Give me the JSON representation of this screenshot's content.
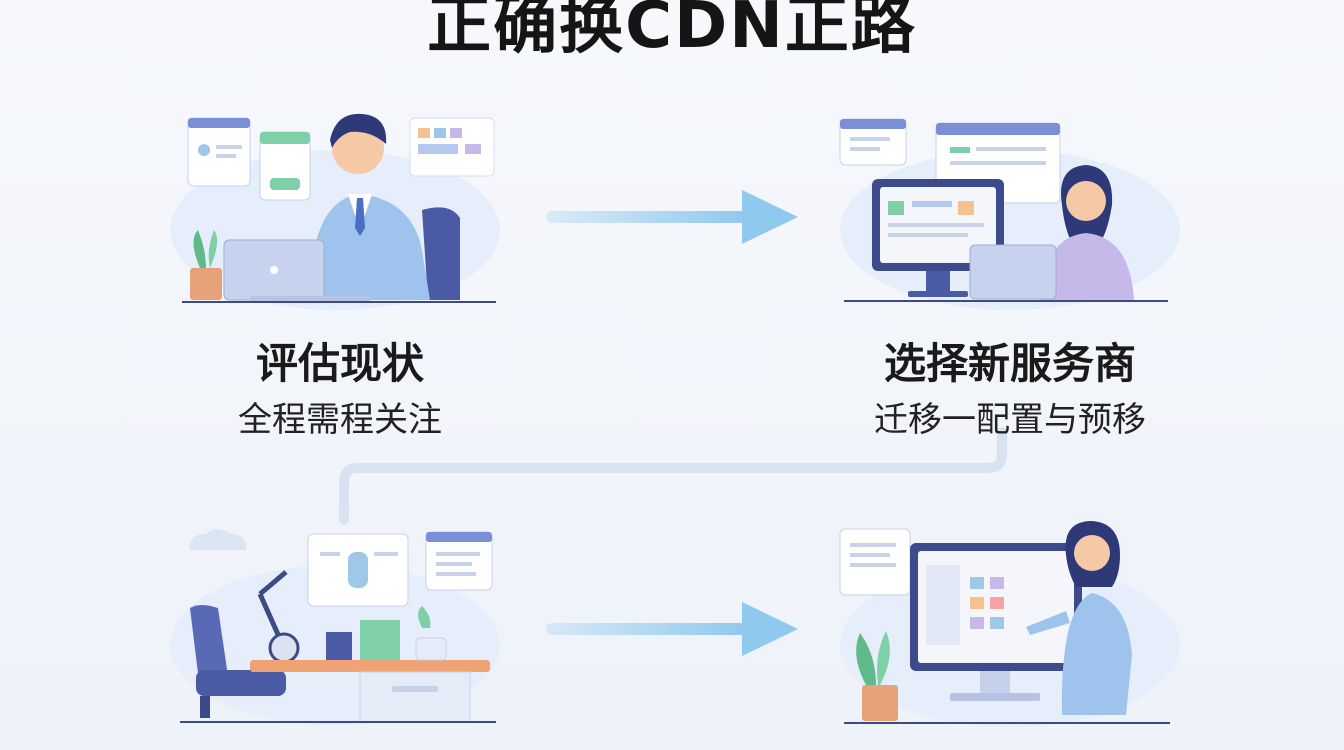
{
  "header": {
    "title": "正确换CDN正路"
  },
  "steps": [
    {
      "title": "评估现状",
      "subtitle": "全程需程关注"
    },
    {
      "title": "选择新服务商",
      "subtitle": "迁移一配置与预移"
    }
  ],
  "colors": {
    "arrow": "#8fc9ee",
    "accent": "#4f6fc6",
    "skin": "#f5c9a5",
    "green": "#7fd0a6"
  }
}
